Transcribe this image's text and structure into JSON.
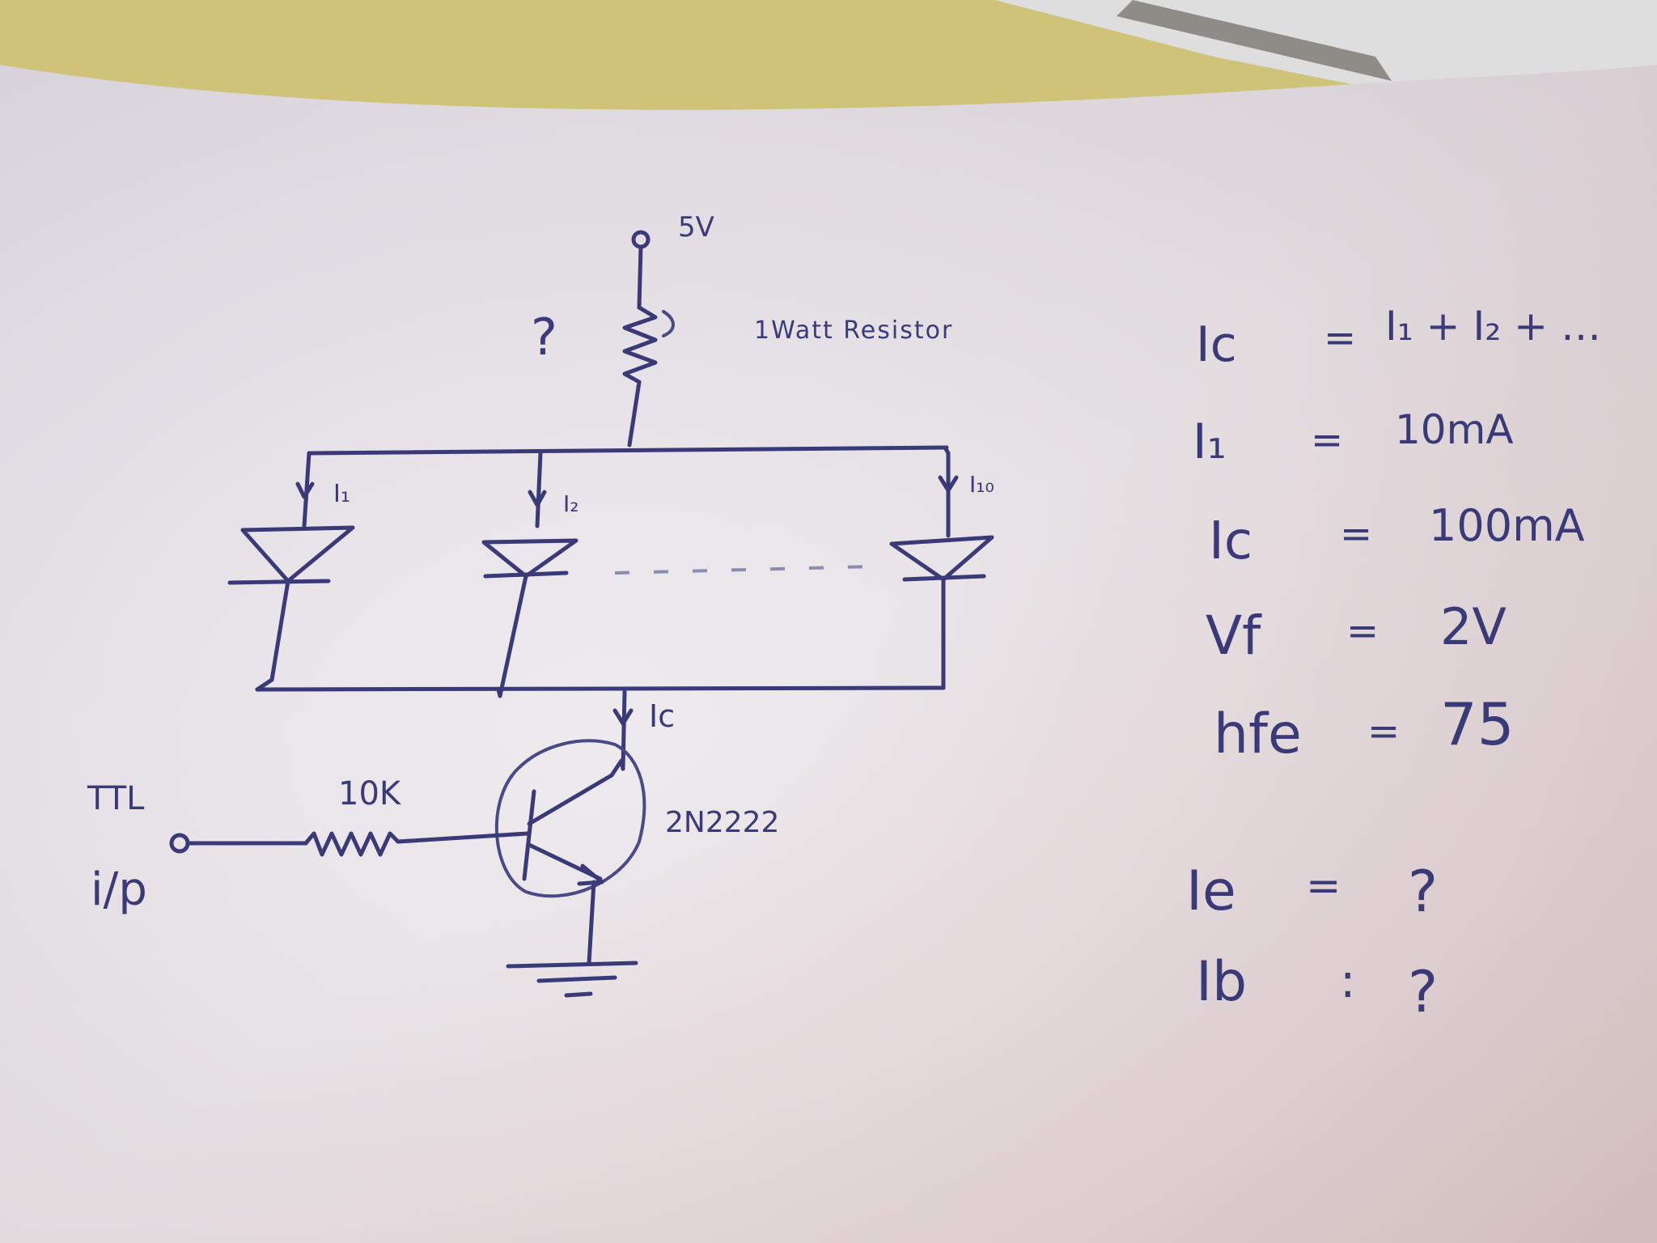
{
  "schematic": {
    "supply_label": "5V",
    "resistor_question": "?",
    "resistor_label": "1Watt Resistor",
    "led_currents": [
      "I₁",
      "I₂",
      "I₁₀"
    ],
    "collector_current_label": "Ic",
    "input_label_top": "TTL",
    "input_label_bottom": "i/p",
    "base_resistor_label": "10K",
    "transistor_label": "2N2222"
  },
  "equations": [
    {
      "lhs": "Ic",
      "op": "=",
      "rhs": "I₁ + I₂ + …"
    },
    {
      "lhs": "I₁",
      "op": "=",
      "rhs": "10mA"
    },
    {
      "lhs": "Ic",
      "op": "=",
      "rhs": "100mA"
    },
    {
      "lhs": "Vf",
      "op": "=",
      "rhs": "2V"
    },
    {
      "lhs": "hfe",
      "op": "=",
      "rhs": "75"
    },
    {
      "lhs": "Ie",
      "op": "=",
      "rhs": "?"
    },
    {
      "lhs": "Ib",
      "op": ":",
      "rhs": "?"
    }
  ],
  "colors": {
    "ink": "#3a3a78",
    "paper": "#ece6e6",
    "background": "#cfc37a"
  }
}
